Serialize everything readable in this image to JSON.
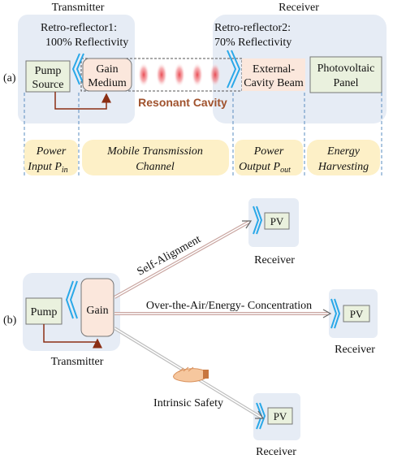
{
  "panel_a": {
    "label": "(a)",
    "transmitter_title": "Transmitter",
    "receiver_title": "Receiver",
    "retro1_line1": "Retro-reflector1:",
    "retro1_line2": "100% Reflectivity",
    "retro2_line1": "Retro-reflector2:",
    "retro2_line2": "70% Reflectivity",
    "pump_line1": "Pump",
    "pump_line2": "Source",
    "gain_line1": "Gain",
    "gain_line2": "Medium",
    "beam_line1": "External-",
    "beam_line2": "Cavity Beam",
    "pv_line1": "Photovoltaic",
    "pv_line2": "Panel",
    "cavity_label": "Resonant Cavity",
    "stages": [
      {
        "line1": "Power",
        "line2": "Input P",
        "sub": "in"
      },
      {
        "line1": "Mobile Transmission",
        "line2": "Channel",
        "sub": ""
      },
      {
        "line1": "Power",
        "line2": "Output P",
        "sub": "out"
      },
      {
        "line1": "Energy",
        "line2": "Harvesting",
        "sub": ""
      }
    ]
  },
  "panel_b": {
    "label": "(b)",
    "pump": "Pump",
    "gain": "Gain",
    "transmitter": "Transmitter",
    "pv": "PV",
    "receiver": "Receiver",
    "self_alignment": "Self-Alignment",
    "over_the_air": "Over-the-Air/Energy- Concentration",
    "intrinsic_safety": "Intrinsic Safety"
  },
  "colors": {
    "container_bg": "#e6ecf5",
    "box_green": "#eaf1de",
    "box_peach": "#fbe7dc",
    "stage_yellow": "#fdf0c7",
    "mirror_blue": "#2aa8e8",
    "feedback_arrow": "#8b2e14",
    "beam_red": "#e8424a"
  }
}
